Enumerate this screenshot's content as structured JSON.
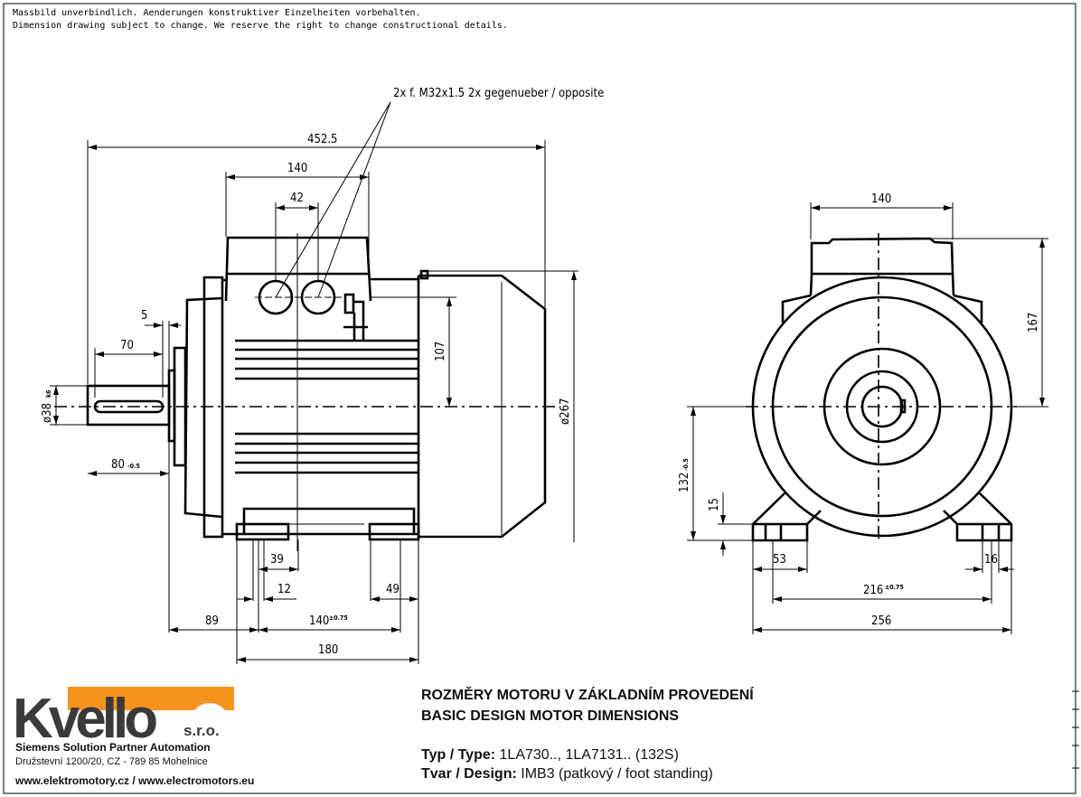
{
  "notes": {
    "line1": "Massbild unverbindlich. Aenderungen konstruktiver Einzelheiten vorbehalten.",
    "line2": "Dimension drawing subject to change. We reserve the right to change constructional details."
  },
  "side_view": {
    "callout": "2x f. M32x1.5  2x gegenueber / opposite",
    "dims": {
      "overall_length": "452.5",
      "terminal_box_length": "140",
      "gland_spacing": "42",
      "shoulder": "5",
      "key_length": "70",
      "shaft_dia": "ø38",
      "shaft_dia_tol": "k6",
      "shaft_length": "80",
      "shaft_length_tol": "-0.5",
      "gland_height": "107",
      "fan_cover_dia": "ø267",
      "foot_39": "39",
      "foot_12": "12",
      "foot_49": "49",
      "c_89": "89",
      "b_140": "140",
      "b_140_tol": "±0.75",
      "foot_length": "180"
    }
  },
  "end_view": {
    "dims": {
      "terminal_box_width": "140",
      "box_height": "167",
      "shaft_height": "132",
      "shaft_height_tol": "-0.5",
      "foot_thickness": "15",
      "foot_width": "53",
      "hole_dia": "16",
      "a_216": "216",
      "a_216_tol": "±0.75",
      "overall_width": "256"
    }
  },
  "company": {
    "logo_text": "Kvello",
    "logo_suffix": "s.r.o.",
    "tagline": "Siemens Solution Partner Automation",
    "address": "Družstevní 1200/20, CZ - 789 85 Mohelnice",
    "web": "www.elektromotory.cz / www.electromotors.eu",
    "logo_gray": "#3a3a3a",
    "logo_orange": "#f7941d"
  },
  "title_block": {
    "title_cz": "ROZMĚRY MOTORU V ZÁKLADNÍM PROVEDENÍ",
    "title_en": "BASIC DESIGN MOTOR DIMENSIONS",
    "type_label": "Typ / Type:",
    "type_value": "1LA730.., 1LA7131.. (132S)",
    "design_label": "Tvar / Design:",
    "design_value": "IMB3 (patkový / foot standing)"
  }
}
